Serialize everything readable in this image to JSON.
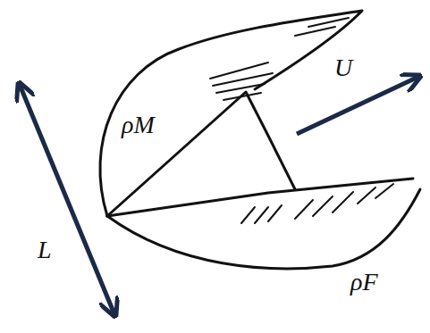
{
  "diagram": {
    "labels": [
      "L",
      "ρM",
      "U",
      "ρF"
    ]
  }
}
